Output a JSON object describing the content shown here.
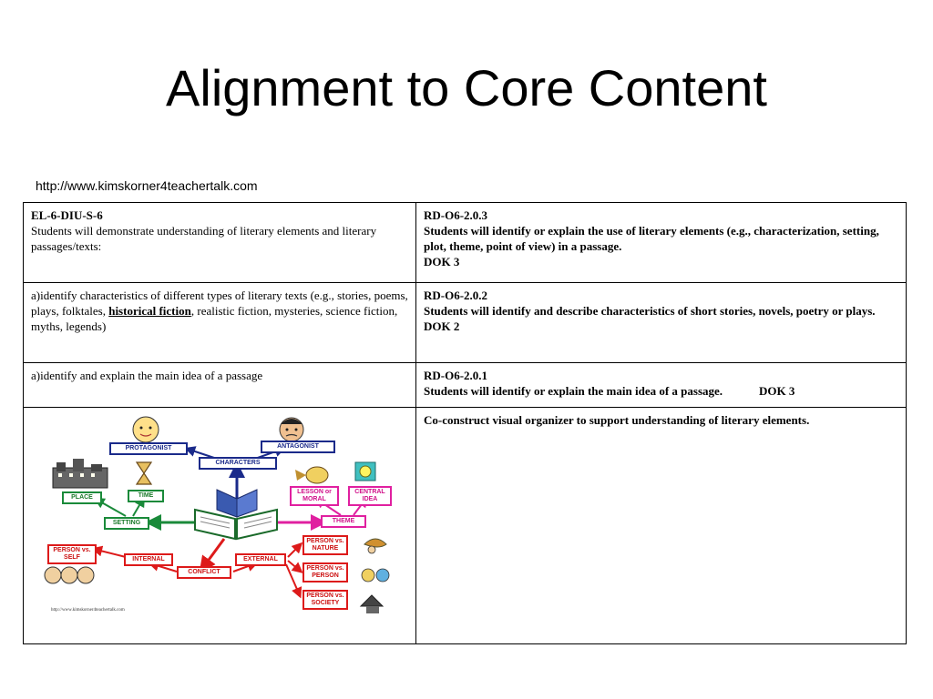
{
  "title": "Alignment to Core Content",
  "source_url": "http://www.kimskorner4teachertalk.com",
  "rows": [
    {
      "left": {
        "code": "EL-6-DIU-S-6",
        "text": "Students will demonstrate understanding of literary elements and literary passages/texts:"
      },
      "right": {
        "code": "RD-O6-2.0.3",
        "text": "Students will identify or explain the use of literary elements (e.g., characterization, setting, plot, theme, point of view) in a passage.",
        "dok": "DOK 3"
      }
    },
    {
      "left": {
        "text_a": "a)identify characteristics of different types of literary texts (e.g., stories, poems, plays, folktales, ",
        "underlined": "historical fiction",
        "text_b": ", realistic fiction, mysteries, science fiction, myths, legends)"
      },
      "right": {
        "code": "RD-O6-2.0.2",
        "text": "Students will identify and describe characteristics of short stories, novels, poetry or plays.",
        "dok": "DOK 2"
      }
    },
    {
      "left": {
        "text": "a)identify and explain the main idea of a passage"
      },
      "right": {
        "code": "RD-O6-2.0.1",
        "text": "Students will identify or explain the main idea of a passage.",
        "dok": "DOK 3"
      }
    },
    {
      "right": {
        "text": "Co-construct visual organizer to support understanding of literary elements."
      }
    }
  ],
  "organizer": {
    "protagonist": "PROTAGONIST",
    "antagonist": "ANTAGONIST",
    "characters": "CHARACTERS",
    "place": "PLACE",
    "time": "TIME",
    "setting": "SETTING",
    "lesson": "LESSON or MORAL",
    "central_idea": "CENTRAL IDEA",
    "theme": "THEME",
    "person_self": "PERSON vs. SELF",
    "internal": "INTERNAL",
    "external": "EXTERNAL",
    "conflict": "CONFLICT",
    "person_nature": "PERSON vs. NATURE",
    "person_person": "PERSON vs. PERSON",
    "person_society": "PERSON vs. SOCIETY",
    "url": "http://www.kimskorner4teachertalk.com"
  }
}
